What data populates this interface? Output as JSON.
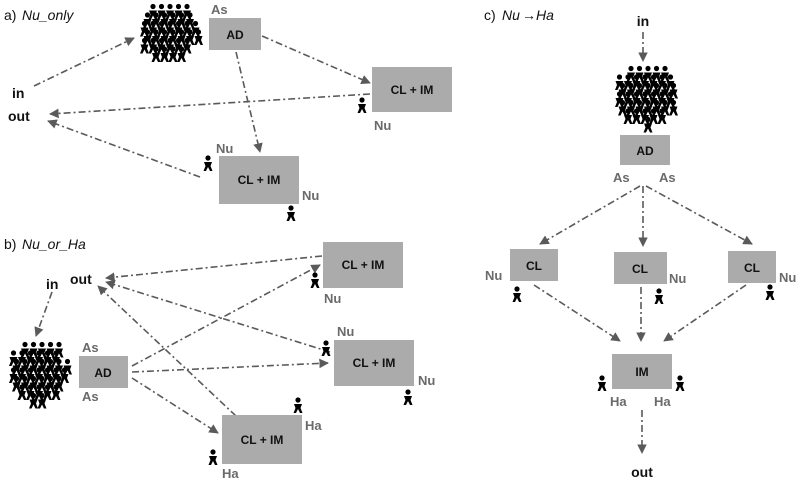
{
  "panels": {
    "a": {
      "prefix": "a)",
      "title": "Nu_only",
      "in": "in",
      "out": "out",
      "box_ad": "AD",
      "box_clim_1": "CL + IM",
      "box_clim_2": "CL + IM",
      "lbl_as": "As",
      "lbl_nu_1": "Nu",
      "lbl_nu_2": "Nu",
      "lbl_nu_3": "Nu"
    },
    "b": {
      "prefix": "b)",
      "title": "Nu_or_Ha",
      "in": "in",
      "out": "out",
      "box_ad": "AD",
      "box_clim_1": "CL + IM",
      "box_clim_2": "CL + IM",
      "box_clim_3": "CL + IM",
      "lbl_as_1": "As",
      "lbl_as_2": "As",
      "lbl_nu_1": "Nu",
      "lbl_nu_2": "Nu",
      "lbl_nu_3": "Nu",
      "lbl_ha_1": "Ha",
      "lbl_ha_2": "Ha"
    },
    "c": {
      "prefix": "c)",
      "title_a": "Nu",
      "title_arrow": "→",
      "title_b": "Ha",
      "in": "in",
      "out": "out",
      "box_ad": "AD",
      "box_cl_1": "CL",
      "box_cl_2": "CL",
      "box_cl_3": "CL",
      "box_im": "IM",
      "lbl_as_1": "As",
      "lbl_as_2": "As",
      "lbl_nu_1": "Nu",
      "lbl_nu_2": "Nu",
      "lbl_nu_3": "Nu",
      "lbl_ha_1": "Ha",
      "lbl_ha_2": "Ha"
    }
  },
  "icons": {
    "person": "person-icon",
    "crowd": "crowd-icon"
  },
  "colors": {
    "box": "#ababab",
    "label": "#6a6a6a",
    "arrow": "#5a5a5a",
    "text": "#111111"
  }
}
